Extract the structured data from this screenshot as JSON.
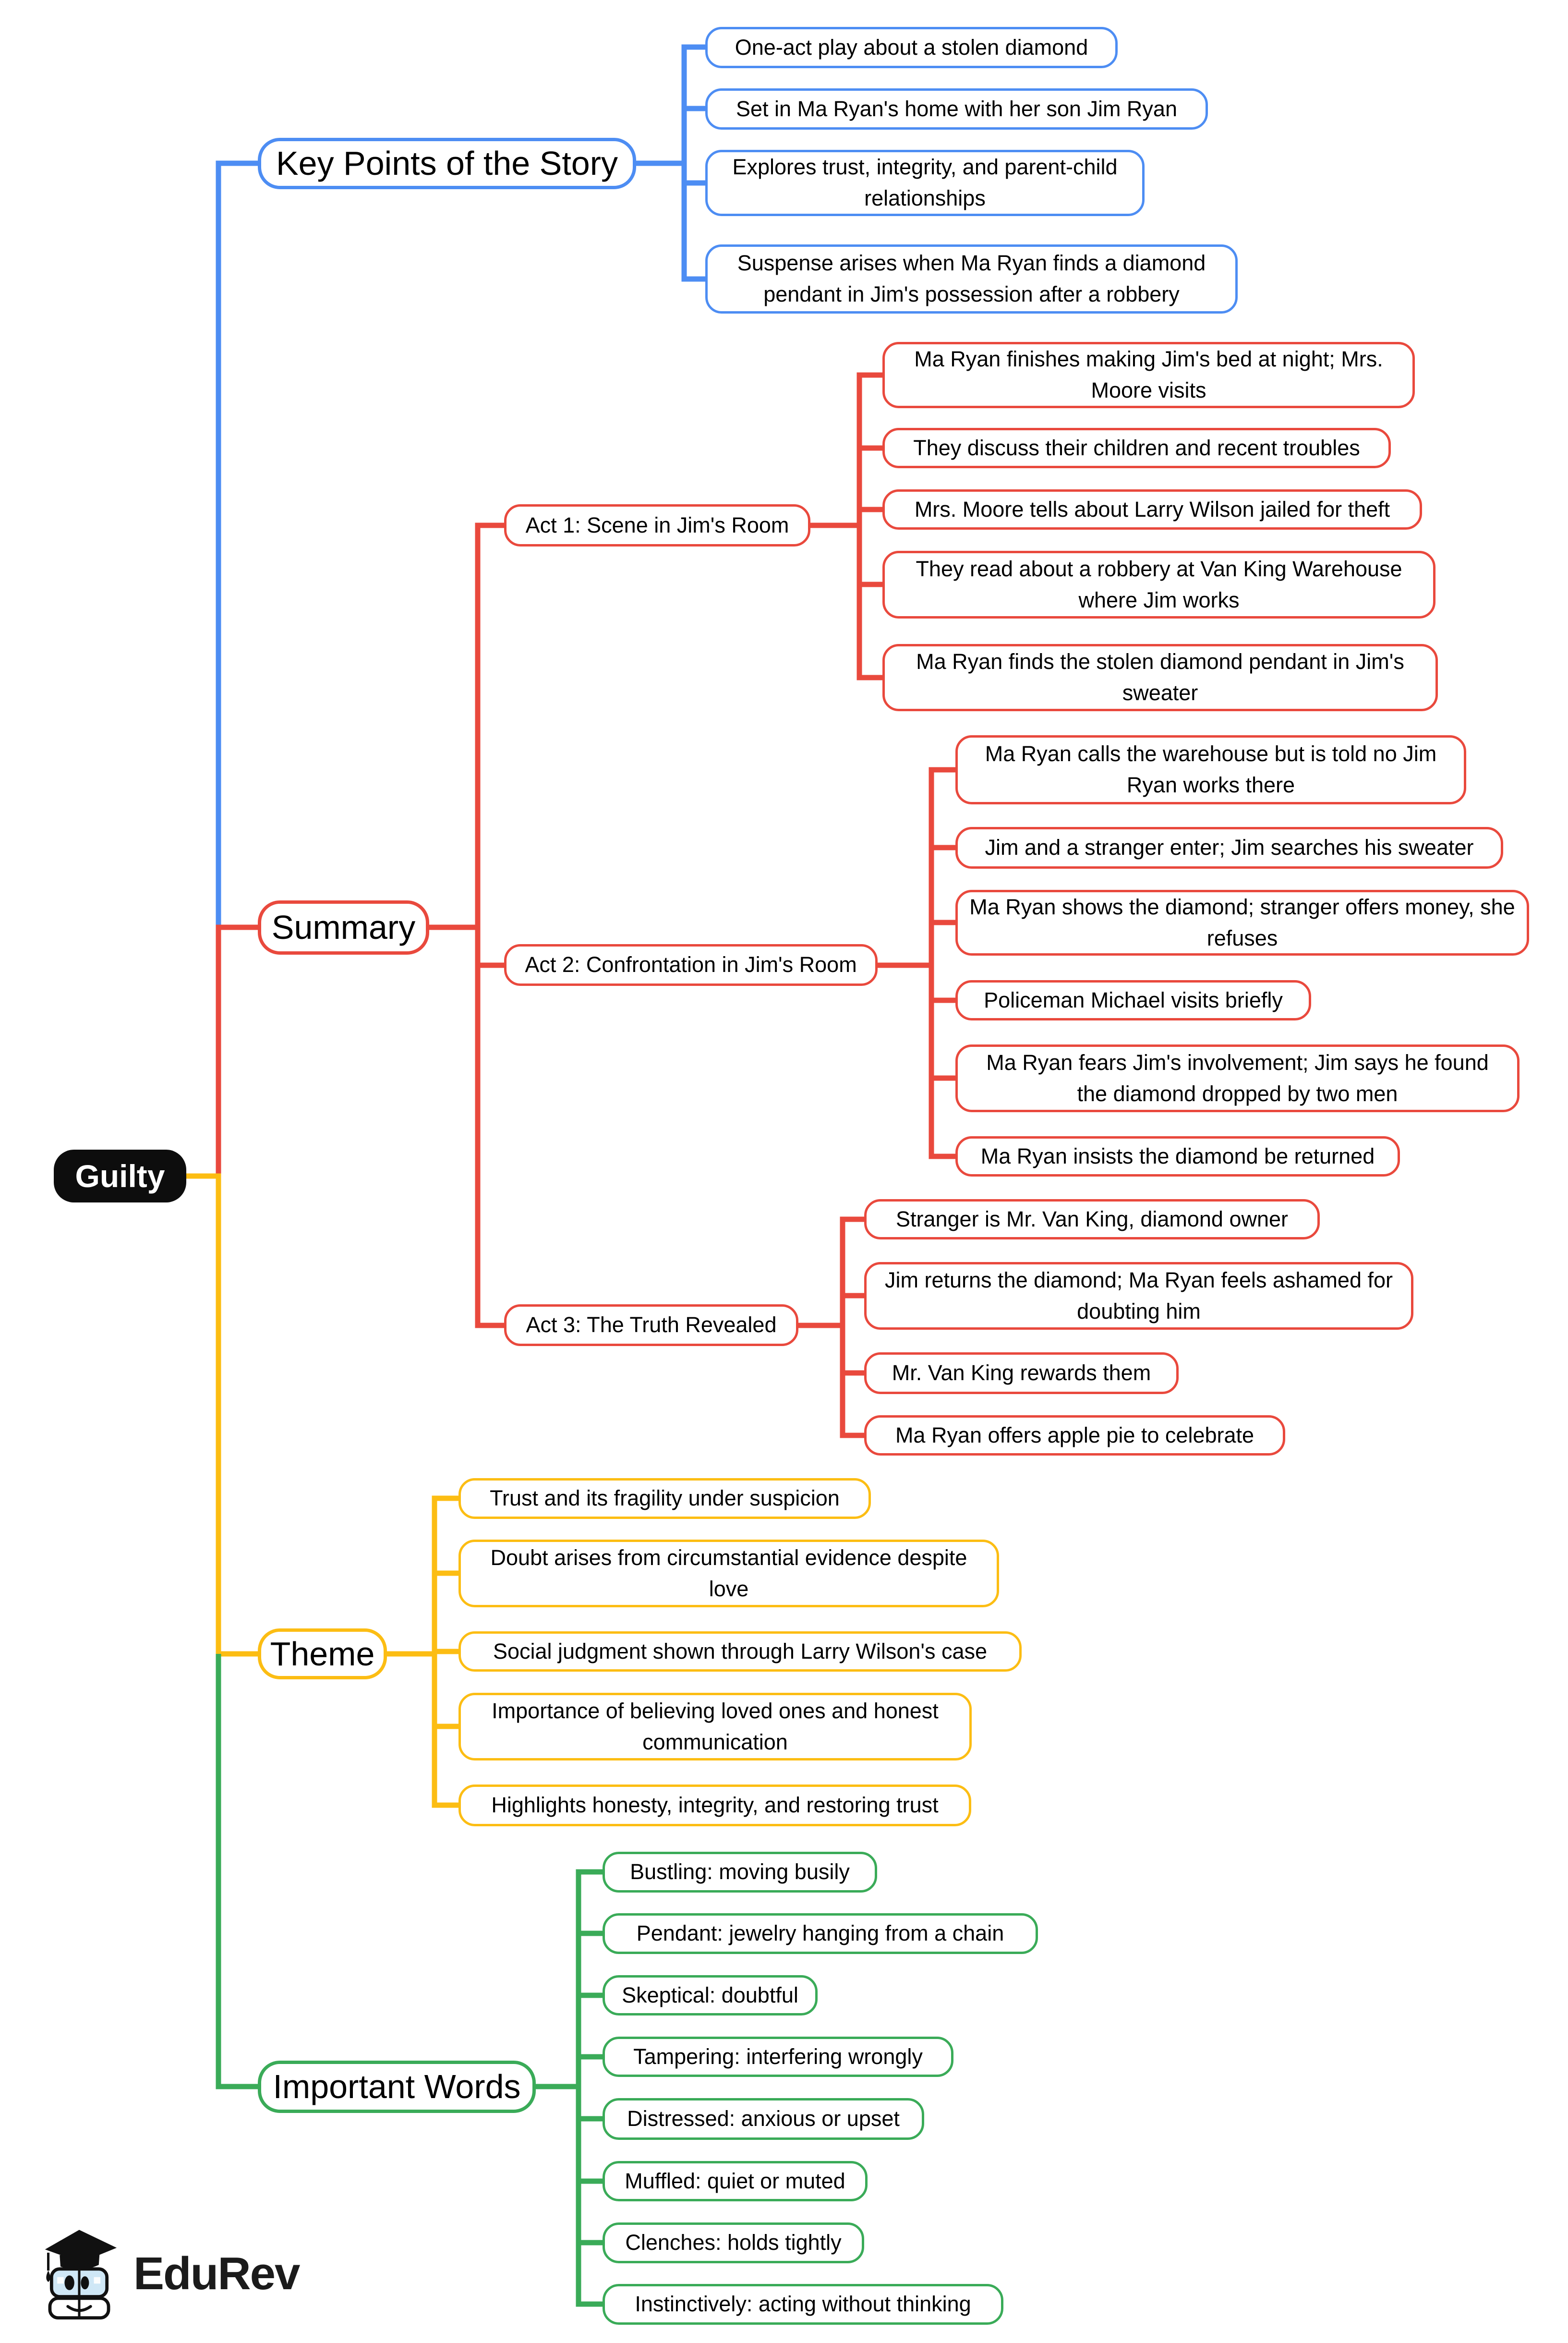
{
  "root": {
    "label": "Guilty"
  },
  "colors": {
    "key_points_blue": "#4d8df3",
    "summary_red": "#e9493d",
    "theme_yellow": "#fcbd13",
    "important_words_green": "#3aab58",
    "root_background": "#0d0d0d",
    "root_text": "#ffffff"
  },
  "branches": [
    {
      "label": "Key Points of the Story",
      "children": [
        "One-act play about a stolen diamond",
        "Set in Ma Ryan's home with her son Jim Ryan",
        "Explores trust, integrity, and parent-child relationships",
        "Suspense arises when Ma Ryan finds a diamond pendant in Jim's possession after a robbery"
      ]
    },
    {
      "label": "Summary",
      "acts": [
        {
          "label": "Act 1: Scene in Jim's Room",
          "children": [
            "Ma Ryan finishes making Jim's bed at night; Mrs. Moore visits",
            "They discuss their children and recent troubles",
            "Mrs. Moore tells about Larry Wilson jailed for theft",
            "They read about a robbery at Van King Warehouse where Jim works",
            "Ma Ryan finds the stolen diamond pendant in Jim's sweater"
          ]
        },
        {
          "label": "Act 2: Confrontation in Jim's Room",
          "children": [
            "Ma Ryan calls the warehouse but is told no Jim Ryan works there",
            "Jim and a stranger enter; Jim searches his sweater",
            "Ma Ryan shows the diamond; stranger offers money, she refuses",
            "Policeman Michael visits briefly",
            "Ma Ryan fears Jim's involvement; Jim says he found the diamond dropped by two men",
            "Ma Ryan insists the diamond be returned"
          ]
        },
        {
          "label": "Act 3: The Truth Revealed",
          "children": [
            "Stranger is Mr. Van King, diamond owner",
            "Jim returns the diamond; Ma Ryan feels ashamed for doubting him",
            "Mr. Van King rewards them",
            "Ma Ryan offers apple pie to celebrate"
          ]
        }
      ]
    },
    {
      "label": "Theme",
      "children": [
        "Trust and its fragility under suspicion",
        "Doubt arises from circumstantial evidence despite love",
        "Social judgment shown through Larry Wilson's case",
        "Importance of believing loved ones and honest communication",
        "Highlights honesty, integrity, and restoring trust"
      ]
    },
    {
      "label": "Important Words",
      "children": [
        "Bustling: moving busily",
        "Pendant: jewelry hanging from a chain",
        "Skeptical: doubtful",
        "Tampering: interfering wrongly",
        "Distressed: anxious or upset",
        "Muffled: quiet or muted",
        "Clenches: holds tightly",
        "Instinctively: acting without thinking"
      ]
    }
  ],
  "logo": {
    "brand": "EduRev"
  }
}
